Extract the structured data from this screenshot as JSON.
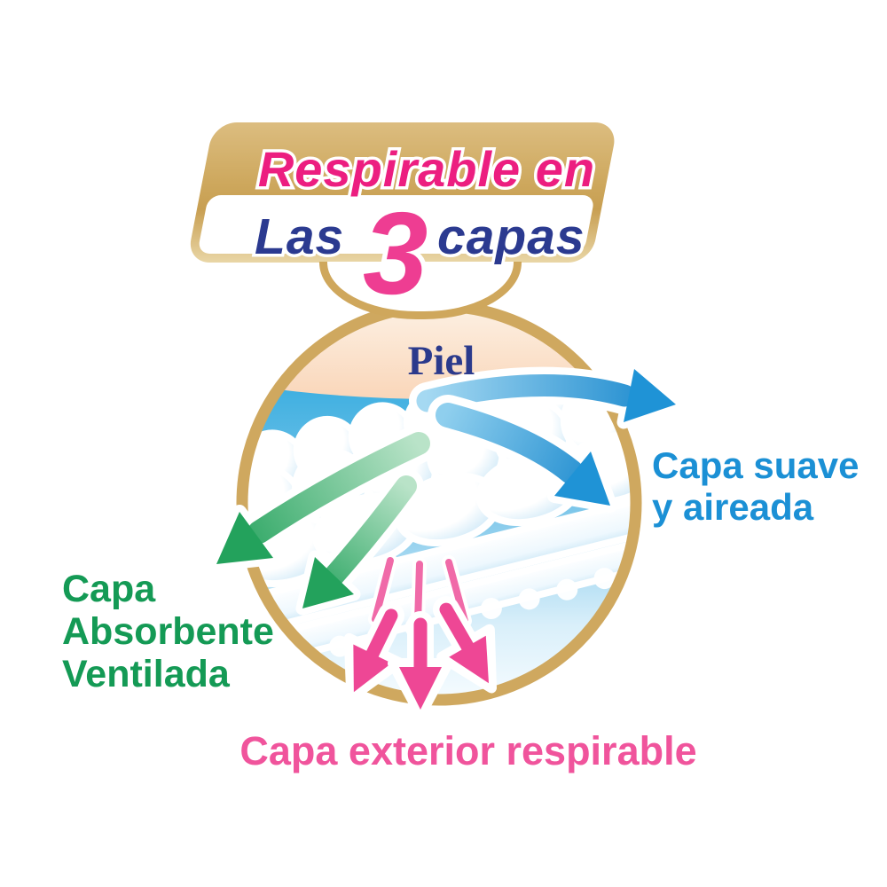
{
  "badge": {
    "line1": "Respirable en",
    "line2": {
      "prefix": "Las",
      "number": "3",
      "suffix": "capas"
    }
  },
  "circle": {
    "skin_label": "Piel"
  },
  "labels": {
    "top_layer": {
      "line1": "Capa suave",
      "line2": "y aireada",
      "color": "#1b90d5"
    },
    "absorbent_layer": {
      "line1": "Capa",
      "line2": "Absorbente",
      "line3": "Ventilada",
      "color": "#149a55"
    },
    "outer_layer": {
      "text": "Capa exterior respirable",
      "color": "#f0549c"
    }
  },
  "colors": {
    "gold": "#cfa85f",
    "title_pink": "#ec1e80",
    "title_navy": "#2b3a90",
    "number_pink": "#ee3d92",
    "skin_peach": "#fbd9bd",
    "sky_blue": "#2ea9de",
    "arrow_blue": "#1f93d6",
    "arrow_green": "#23a25c",
    "arrow_pink": "#ee4795",
    "skin_label_navy": "#2b3a8c"
  }
}
